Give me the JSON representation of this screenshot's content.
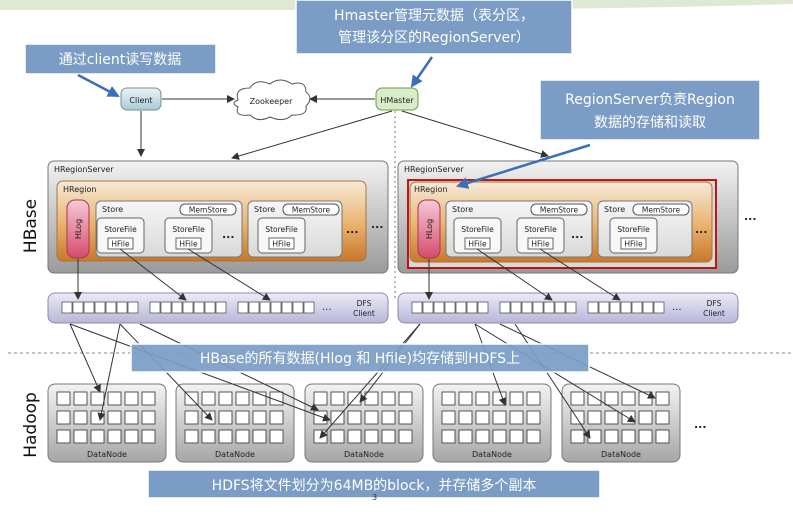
{
  "callouts": {
    "client_rw": "通过client读写数据",
    "hmaster_line1": "Hmaster管理元数据（表分区，",
    "hmaster_line2": "管理该分区的RegionServer）",
    "rs_line1": "RegionServer负责Region",
    "rs_line2": "数据的存储和读取",
    "hbase_hdfs": "HBase的所有数据(Hlog 和 Hfile)均存储到HDFS上",
    "hdfs_block": "HDFS将文件划分为64MB的block，并存储多个副本"
  },
  "nodes": {
    "client": "Client",
    "zookeeper": "Zookeeper",
    "hmaster": "HMaster"
  },
  "side_labels": {
    "hbase": "HBase",
    "hadoop": "Hadoop"
  },
  "server": {
    "title": "HRegionServer",
    "region": "HRegion",
    "hlog": "HLog",
    "store": "Store",
    "memstore": "MemStore",
    "storefile": "StoreFile",
    "hfile": "HFile",
    "ellipsis": "...",
    "dfs_line1": "DFS",
    "dfs_line2": "Client"
  },
  "datanode": "DataNode",
  "page_number": "3"
}
